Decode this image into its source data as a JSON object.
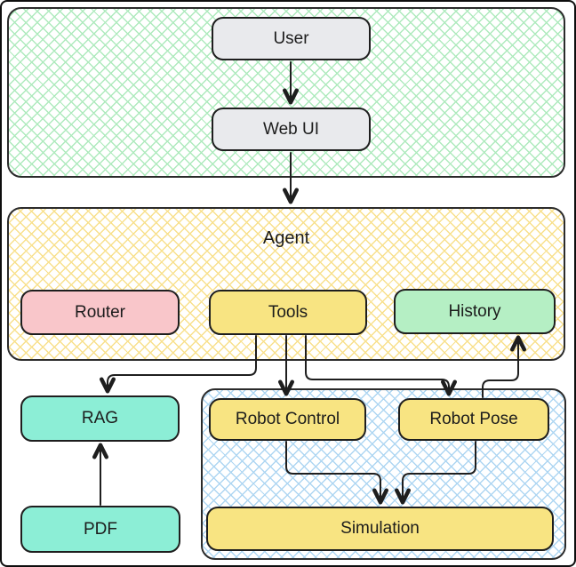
{
  "diagram": {
    "title": "",
    "groups": {
      "frontend": {
        "label": "",
        "hatch_color": "#aeeabd"
      },
      "agent": {
        "label": "Agent",
        "hatch_color": "#f8e08c"
      },
      "robot": {
        "label": "",
        "hatch_color": "#aed6f2"
      }
    },
    "nodes": {
      "user": {
        "label": "User",
        "fill": "#e9eaed"
      },
      "web_ui": {
        "label": "Web UI",
        "fill": "#e9eaed"
      },
      "router": {
        "label": "Router",
        "fill": "#f9c6ca"
      },
      "tools": {
        "label": "Tools",
        "fill": "#f8e482"
      },
      "history": {
        "label": "History",
        "fill": "#b5efc4"
      },
      "rag": {
        "label": "RAG",
        "fill": "#8ceed6"
      },
      "pdf": {
        "label": "PDF",
        "fill": "#8ceed6"
      },
      "robot_control": {
        "label": "Robot Control",
        "fill": "#f8e482"
      },
      "robot_pose": {
        "label": "Robot Pose",
        "fill": "#f8e482"
      },
      "simulation": {
        "label": "Simulation",
        "fill": "#f8e482"
      }
    },
    "edges": [
      {
        "from": "user",
        "to": "web_ui"
      },
      {
        "from": "web_ui",
        "to": "agent"
      },
      {
        "from": "tools",
        "to": "rag"
      },
      {
        "from": "tools",
        "to": "robot_control"
      },
      {
        "from": "tools",
        "to": "robot_pose"
      },
      {
        "from": "robot_control",
        "to": "simulation"
      },
      {
        "from": "robot_pose",
        "to": "simulation"
      },
      {
        "from": "pdf",
        "to": "rag"
      },
      {
        "from": "robot_pose",
        "to": "history"
      }
    ],
    "stroke_color": "#1e1e1e"
  }
}
